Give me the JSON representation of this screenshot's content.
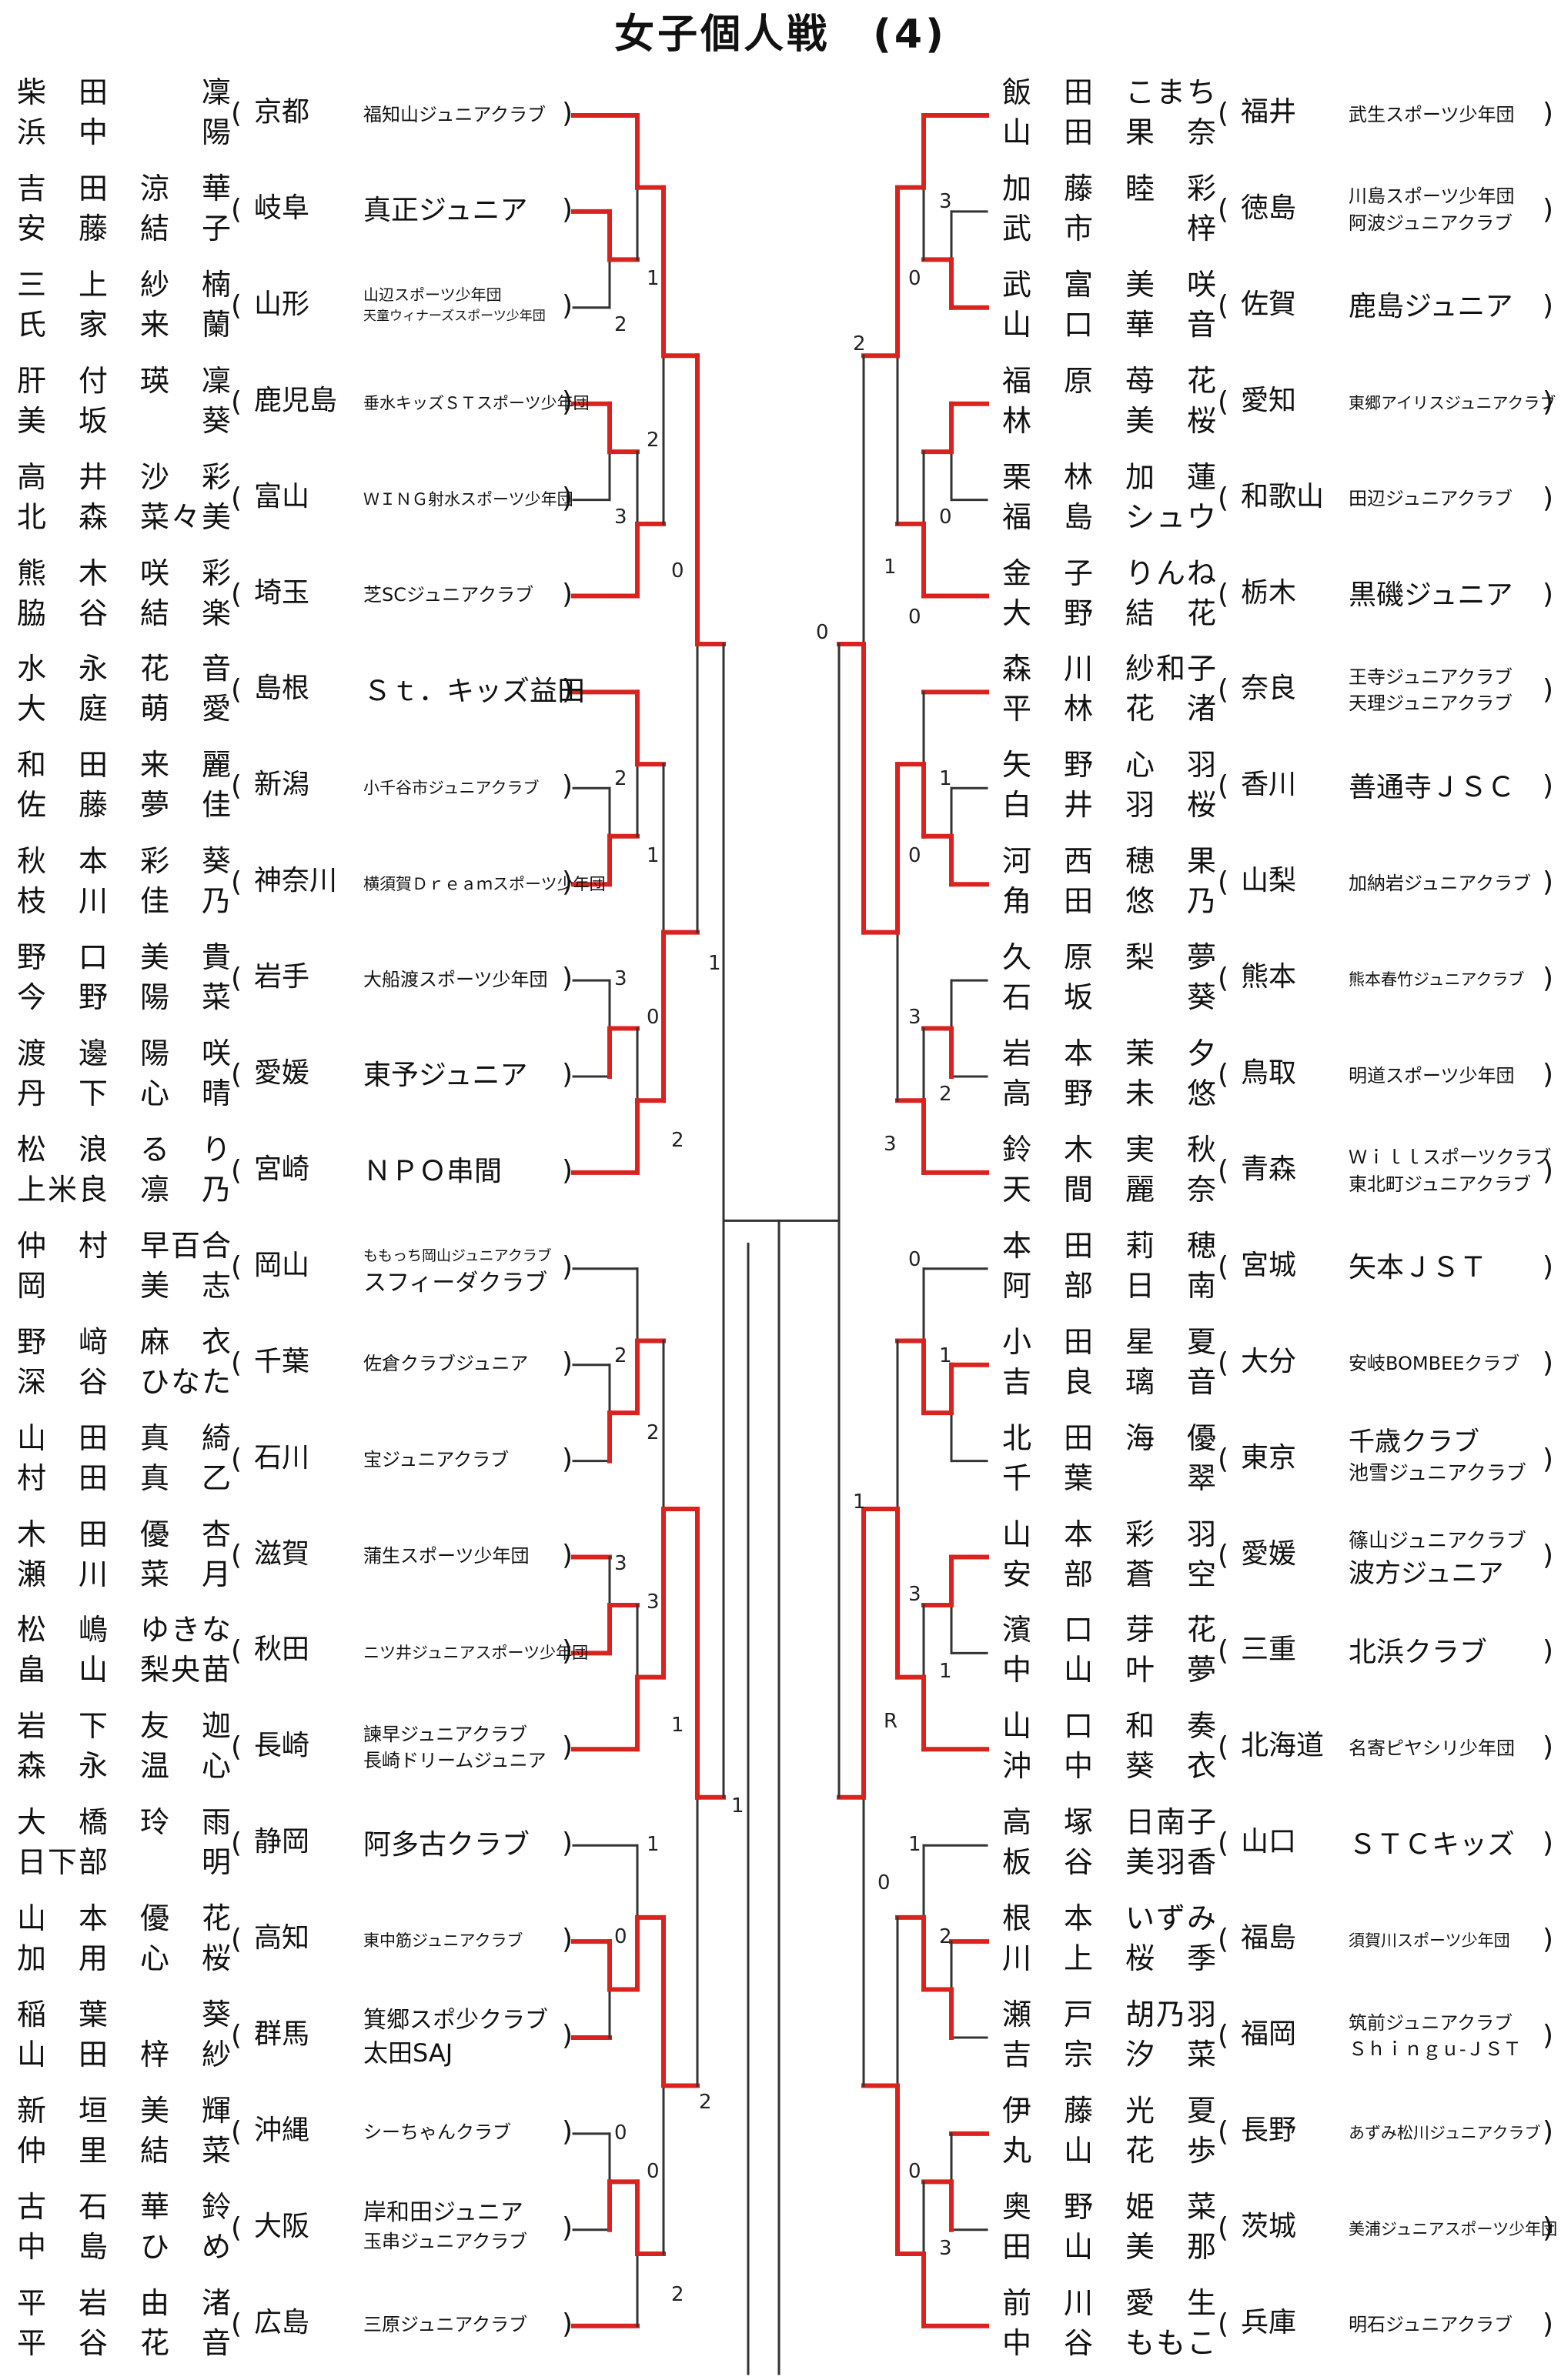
{
  "title": "女子個人戦　(4)",
  "left": [
    {
      "names": [
        "柴　田　　　凜",
        "浜　中　　　陽"
      ],
      "pref": "京都",
      "clubs": [
        "福知山ジュニアクラブ"
      ],
      "size": "s"
    },
    {
      "names": [
        "吉　田　涼　華",
        "安　藤　結　子"
      ],
      "pref": "岐阜",
      "clubs": [
        "真正ジュニア"
      ],
      "size": "l"
    },
    {
      "names": [
        "三　上　紗　楠",
        "氏　家　来　蘭"
      ],
      "pref": "山形",
      "clubs": [
        "山辺スポーツ少年団",
        "天童ウィナーズスポーツ少年団"
      ],
      "size": "xs"
    },
    {
      "names": [
        "肝　付　瑛　凜",
        "美　坂　　　葵"
      ],
      "pref": "鹿児島",
      "clubs": [
        "垂水キッズＳＴスポーツ少年団"
      ],
      "size": "xs"
    },
    {
      "names": [
        "高　井　沙　彩",
        "北　森　菜々美"
      ],
      "pref": "富山",
      "clubs": [
        "ＷＩＮＧ射水スポーツ少年団"
      ],
      "size": "xs"
    },
    {
      "names": [
        "熊　木　咲　彩",
        "脇　谷　結　楽"
      ],
      "pref": "埼玉",
      "clubs": [
        "芝SCジュニアクラブ"
      ],
      "size": "s"
    },
    {
      "names": [
        "水　永　花　音",
        "大　庭　萌　愛"
      ],
      "pref": "島根",
      "clubs": [
        "Ｓｔ．キッズ益田"
      ],
      "size": "l"
    },
    {
      "names": [
        "和　田　来　麗",
        "佐　藤　夢　佳"
      ],
      "pref": "新潟",
      "clubs": [
        "小千谷市ジュニアクラブ"
      ],
      "size": "xs"
    },
    {
      "names": [
        "秋　本　彩　葵",
        "枝　川　佳　乃"
      ],
      "pref": "神奈川",
      "clubs": [
        "横須賀Ｄｒｅａｍスポーツ少年団"
      ],
      "size": "xs"
    },
    {
      "names": [
        "野　口　美　貴",
        "今　野　陽　菜"
      ],
      "pref": "岩手",
      "clubs": [
        "大船渡スポーツ少年団"
      ],
      "size": "s"
    },
    {
      "names": [
        "渡　邊　陽　咲",
        "丹　下　心　晴"
      ],
      "pref": "愛媛",
      "clubs": [
        "東予ジュニア"
      ],
      "size": "l"
    },
    {
      "names": [
        "松　浪　る　り",
        "上米良　凛　乃"
      ],
      "pref": "宮崎",
      "clubs": [
        "ＮＰＯ串間"
      ],
      "size": "l"
    },
    {
      "names": [
        "仲　村　早百合",
        "岡　　　美　志"
      ],
      "pref": "岡山",
      "clubs": [
        "ももっち岡山ジュニアクラブ",
        "スフィーダクラブ"
      ],
      "size": "mix"
    },
    {
      "names": [
        "野　﨑　麻　衣",
        "深　谷　ひなた"
      ],
      "pref": "千葉",
      "clubs": [
        "佐倉クラブジュニア"
      ],
      "size": "s"
    },
    {
      "names": [
        "山　田　真　綺",
        "村　田　真　乙"
      ],
      "pref": "石川",
      "clubs": [
        "宝ジュニアクラブ"
      ],
      "size": "s"
    },
    {
      "names": [
        "木　田　優　杏",
        "瀬　川　菜　月"
      ],
      "pref": "滋賀",
      "clubs": [
        "蒲生スポーツ少年団"
      ],
      "size": "s"
    },
    {
      "names": [
        "松　嶋　ゆきな",
        "畠　山　梨央苗"
      ],
      "pref": "秋田",
      "clubs": [
        "ニツ井ジュニアスポーツ少年団"
      ],
      "size": "xs"
    },
    {
      "names": [
        "岩　下　友　迦",
        "森　永　温　心"
      ],
      "pref": "長崎",
      "clubs": [
        "諫早ジュニアクラブ",
        "長崎ドリームジュニア"
      ],
      "size": "s"
    },
    {
      "names": [
        "大　橋　玲　雨",
        "日下部　　　明"
      ],
      "pref": "静岡",
      "clubs": [
        "阿多古クラブ"
      ],
      "size": "l"
    },
    {
      "names": [
        "山　本　優　花",
        "加　用　心　桜"
      ],
      "pref": "高知",
      "clubs": [
        "東中筋ジュニアクラブ"
      ],
      "size": "xs"
    },
    {
      "names": [
        "稲　葉　　　葵",
        "山　田　梓　紗"
      ],
      "pref": "群馬",
      "clubs": [
        "箕郷スポ少クラブ",
        "太田SAJ"
      ],
      "size": "m"
    },
    {
      "names": [
        "新　垣　美　輝",
        "仲　里　結　菜"
      ],
      "pref": "沖縄",
      "clubs": [
        "シーちゃんクラブ"
      ],
      "size": "s"
    },
    {
      "names": [
        "古　石　華　鈴",
        "中　島　ひ　め"
      ],
      "pref": "大阪",
      "clubs": [
        "岸和田ジュニア",
        "玉串ジュニアクラブ"
      ],
      "size": "mix"
    },
    {
      "names": [
        "平　岩　由　渚",
        "平　谷　花　音"
      ],
      "pref": "広島",
      "clubs": [
        "三原ジュニアクラブ"
      ],
      "size": "s"
    }
  ],
  "right": [
    {
      "names": [
        "飯　田　こまち",
        "山　田　果　奈"
      ],
      "pref": "福井",
      "clubs": [
        "武生スポーツ少年団"
      ],
      "size": "s"
    },
    {
      "names": [
        "加　藤　睦　彩",
        "武　市　　　梓"
      ],
      "pref": "徳島",
      "clubs": [
        "川島スポーツ少年団",
        "阿波ジュニアクラブ"
      ],
      "size": "s"
    },
    {
      "names": [
        "武　富　美　咲",
        "山　口　華　音"
      ],
      "pref": "佐賀",
      "clubs": [
        "鹿島ジュニア"
      ],
      "size": "l"
    },
    {
      "names": [
        "福　原　苺　花",
        "林　　　美　桜"
      ],
      "pref": "愛知",
      "clubs": [
        "東郷アイリスジュニアクラブ"
      ],
      "size": "xs"
    },
    {
      "names": [
        "栗　林　加　蓮",
        "福　島　シュウ"
      ],
      "pref": "和歌山",
      "clubs": [
        "田辺ジュニアクラブ"
      ],
      "size": "s"
    },
    {
      "names": [
        "金　子　りんね",
        "大　野　結　花"
      ],
      "pref": "栃木",
      "clubs": [
        "黒磯ジュニア"
      ],
      "size": "l"
    },
    {
      "names": [
        "森　川　紗和子",
        "平　林　花　渚"
      ],
      "pref": "奈良",
      "clubs": [
        "王寺ジュニアクラブ",
        "天理ジュニアクラブ"
      ],
      "size": "s"
    },
    {
      "names": [
        "矢　野　心　羽",
        "白　井　羽　桜"
      ],
      "pref": "香川",
      "clubs": [
        "善通寺ＪＳＣ"
      ],
      "size": "l"
    },
    {
      "names": [
        "河　西　穂　果",
        "角　田　悠　乃"
      ],
      "pref": "山梨",
      "clubs": [
        "加納岩ジュニアクラブ"
      ],
      "size": "s"
    },
    {
      "names": [
        "久　原　梨　夢",
        "石　坂　　　葵"
      ],
      "pref": "熊本",
      "clubs": [
        "熊本春竹ジュニアクラブ"
      ],
      "size": "xs"
    },
    {
      "names": [
        "岩　本　茉　夕",
        "高　野　未　悠"
      ],
      "pref": "鳥取",
      "clubs": [
        "明道スポーツ少年団"
      ],
      "size": "s"
    },
    {
      "names": [
        "鈴　木　実　秋",
        "天　間　麗　奈"
      ],
      "pref": "青森",
      "clubs": [
        "Ｗｉｌｌスポーツクラブ",
        "東北町ジュニアクラブ"
      ],
      "size": "s"
    },
    {
      "names": [
        "本　田　莉　穂",
        "阿　部　日　南"
      ],
      "pref": "宮城",
      "clubs": [
        "矢本ＪＳＴ"
      ],
      "size": "l"
    },
    {
      "names": [
        "小　田　星　夏",
        "吉　良　璃　音"
      ],
      "pref": "大分",
      "clubs": [
        "安岐BOMBEEクラブ"
      ],
      "size": "s"
    },
    {
      "names": [
        "北　田　海　優",
        "千　葉　　　翠"
      ],
      "pref": "東京",
      "clubs": [
        "千歳クラブ",
        "池雪ジュニアクラブ"
      ],
      "size": "mix"
    },
    {
      "names": [
        "山　本　彩　羽",
        "安　部　蒼　空"
      ],
      "pref": "愛媛",
      "clubs": [
        "篠山ジュニアクラブ",
        "波方ジュニア"
      ],
      "size": "mix"
    },
    {
      "names": [
        "濱　口　芽　花",
        "中　山　叶　夢"
      ],
      "pref": "三重",
      "clubs": [
        "北浜クラブ"
      ],
      "size": "l"
    },
    {
      "names": [
        "山　口　和　奏",
        "沖　中　葵　衣"
      ],
      "pref": "北海道",
      "clubs": [
        "名寄ピヤシリ少年団"
      ],
      "size": "s"
    },
    {
      "names": [
        "高　塚　日南子",
        "板　谷　美羽香"
      ],
      "pref": "山口",
      "clubs": [
        "ＳＴＣキッズ"
      ],
      "size": "l"
    },
    {
      "names": [
        "根　本　いずみ",
        "川　上　桜　季"
      ],
      "pref": "福島",
      "clubs": [
        "須賀川スポーツ少年団"
      ],
      "size": "xs"
    },
    {
      "names": [
        "瀬　戸　胡乃羽",
        "吉　宗　汐　菜"
      ],
      "pref": "福岡",
      "clubs": [
        "筑前ジュニアクラブ",
        "Ｓｈｉｎｇｕ-ＪＳＴ"
      ],
      "size": "s"
    },
    {
      "names": [
        "伊　藤　光　夏",
        "丸　山　花　歩"
      ],
      "pref": "長野",
      "clubs": [
        "あずみ松川ジュニアクラブ"
      ],
      "size": "xs"
    },
    {
      "names": [
        "奥　野　姫　菜",
        "田　山　美　那"
      ],
      "pref": "茨城",
      "clubs": [
        "美浦ジュニアスポーツ少年団"
      ],
      "size": "xs"
    },
    {
      "names": [
        "前　川　愛　生",
        "中　谷　ももこ"
      ],
      "pref": "兵庫",
      "clubs": [
        "明石ジュニアクラブ"
      ],
      "size": "s"
    }
  ],
  "left_scores": [
    {
      "t": "1"
    },
    {
      "t": "2"
    },
    {
      "t": "2"
    },
    {
      "t": "3"
    },
    {
      "t": "0"
    },
    {
      "t": "2"
    },
    {
      "t": "1"
    },
    {
      "t": "3"
    },
    {
      "t": "0"
    },
    {
      "t": "2"
    },
    {
      "t": "1"
    },
    {
      "t": "2"
    },
    {
      "t": "2"
    },
    {
      "t": "3"
    },
    {
      "t": "3"
    },
    {
      "t": "1"
    },
    {
      "t": "1"
    },
    {
      "t": "1"
    },
    {
      "t": "0"
    },
    {
      "t": "2"
    },
    {
      "t": "0"
    },
    {
      "t": "0"
    },
    {
      "t": "2"
    }
  ],
  "right_scores": [
    {
      "t": "3"
    },
    {
      "t": "0"
    },
    {
      "t": "2"
    },
    {
      "t": "0"
    },
    {
      "t": "1"
    },
    {
      "t": "0"
    },
    {
      "t": "0"
    },
    {
      "t": "1"
    },
    {
      "t": "0"
    },
    {
      "t": "3"
    },
    {
      "t": "2"
    },
    {
      "t": "3"
    },
    {
      "t": "0"
    },
    {
      "t": "1"
    },
    {
      "t": "1"
    },
    {
      "t": "3"
    },
    {
      "t": "1"
    },
    {
      "t": "R"
    },
    {
      "t": "1"
    },
    {
      "t": "2"
    },
    {
      "t": "0"
    },
    {
      "t": "0"
    },
    {
      "t": "3"
    }
  ],
  "colors": {
    "winner": "#d8231f",
    "line": "#333333",
    "text": "#111111"
  }
}
